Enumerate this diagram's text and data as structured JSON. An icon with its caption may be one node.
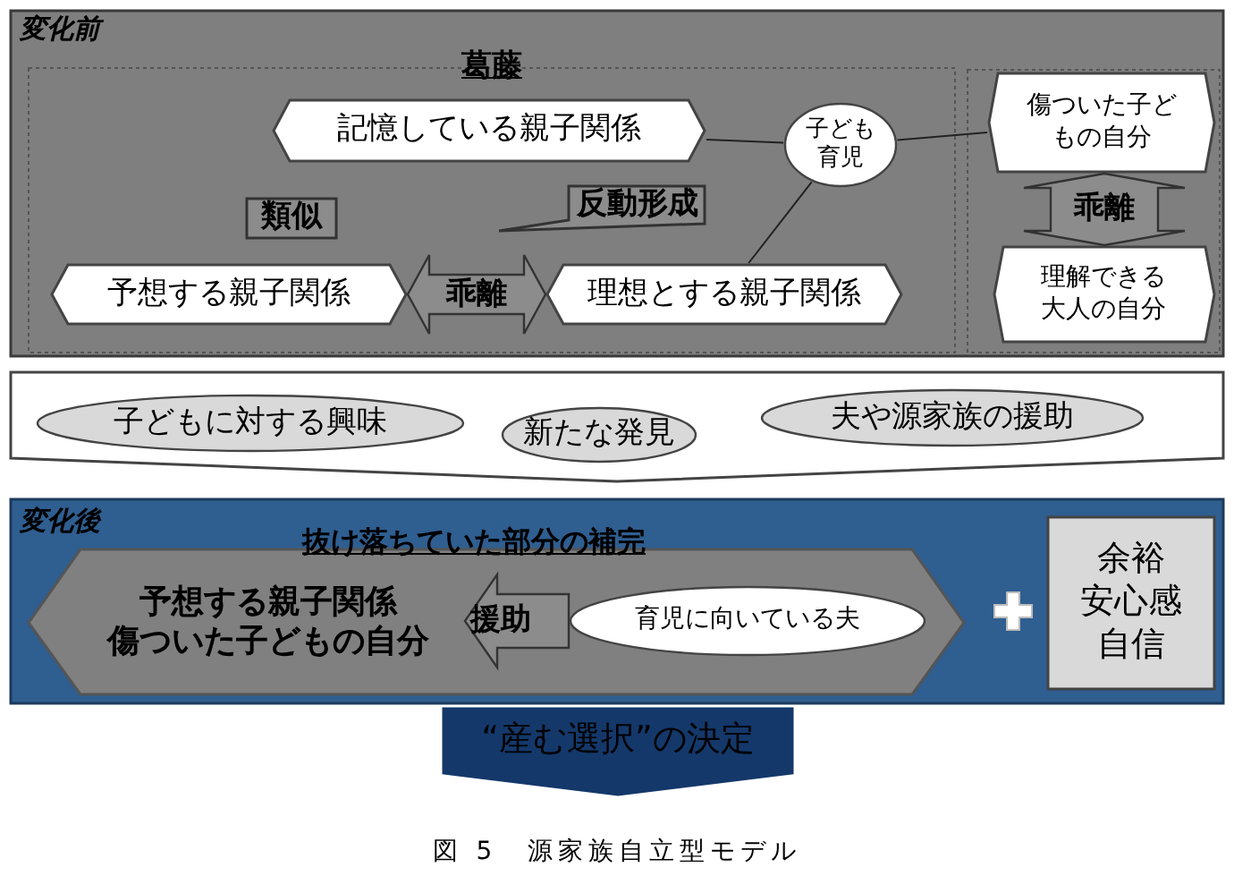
{
  "diagram": {
    "caption": "図 5　源家族自立型モデル",
    "nodes": [
      {
        "text": [
          "変化前"
        ]
      },
      {
        "text": [
          "葛藤"
        ],
        "in": 0
      },
      {
        "text": [],
        "shape": "box",
        "in": 0
      },
      {
        "text": [
          "記憶している親子関係"
        ],
        "in": 1
      },
      {
        "text": [
          "子ども育児"
        ],
        "in": 1
      },
      {
        "text": [
          "類似"
        ],
        "in": 1
      },
      {
        "text": [
          "反動形成"
        ],
        "in": 1
      },
      {
        "text": [
          "予想する親子関係"
        ],
        "in": 1
      },
      {
        "text": [
          "理想とする親子関係"
        ],
        "in": 1
      },
      {
        "text": [
          "傷ついた子どもの自分"
        ],
        "in": 2
      },
      {
        "text": [
          "理解できる大人の自分"
        ],
        "in": 2
      },
      {
        "text": [],
        "shape": "band"
      },
      {
        "text": [
          "子どもに対する興味"
        ],
        "in": 11
      },
      {
        "text": [
          "新たな発見"
        ],
        "in": 11
      },
      {
        "text": [
          "夫や源家族の援助"
        ],
        "in": 11
      },
      {
        "text": [
          "変化後"
        ]
      },
      {
        "text": [
          "抜け落ちていた部分の補完"
        ],
        "in": 15
      },
      {
        "text": [
          "予想する親子関係",
          "傷ついた子どもの自分"
        ],
        "in": 16
      },
      {
        "text": [
          "育児に向いている夫"
        ],
        "in": 16
      },
      {
        "text": [
          "余裕",
          "安心感",
          "自信"
        ],
        "in": 15
      },
      {
        "text": [
          "“産む選択”の決定"
        ]
      }
    ],
    "edges": [
      {
        "from": 3,
        "to": 4,
        "arrow": "none"
      },
      {
        "from": 4,
        "to": 9,
        "arrow": "none"
      },
      {
        "from": 4,
        "to": 8,
        "arrow": "none"
      },
      {
        "from": 7,
        "to": 8,
        "arrow": "both",
        "label": "乖離",
        "style": "thick"
      },
      {
        "from": 9,
        "to": 10,
        "arrow": "both",
        "label": "乖離",
        "style": "thick"
      },
      {
        "from": 18,
        "to": 17,
        "arrow": "to",
        "label": "援助",
        "style": "thick"
      }
    ]
  }
}
